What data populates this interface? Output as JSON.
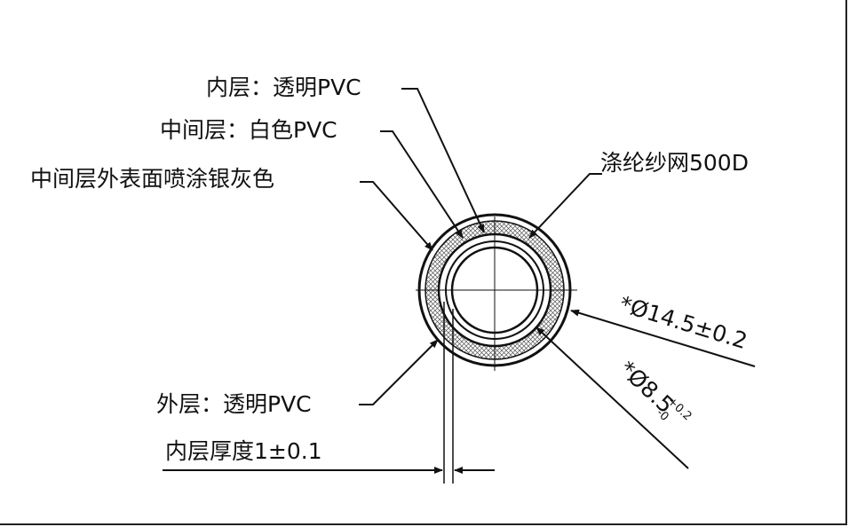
{
  "labels": {
    "inner_layer": "内层：透明PVC",
    "middle_layer": "中间层：白色PVC",
    "middle_surface": "中间层外表面喷涂银灰色",
    "mesh": "涤纶纱网500D",
    "outer_layer": "外层：透明PVC",
    "inner_thickness": "内层厚度1±0.1",
    "outer_dia": "*Ø14.5±0.2",
    "inner_dia_main": "*Ø8.5",
    "inner_dia_upper_tol": "+0.2",
    "inner_dia_lower_tol": "-0"
  },
  "colors": {
    "line": "#111111",
    "background": "#ffffff",
    "hatch": "#555555"
  }
}
